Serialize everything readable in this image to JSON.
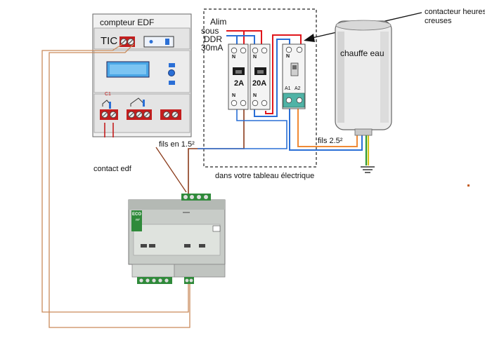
{
  "labels": {
    "meter_title": "compteur  EDF",
    "tic": "TIC",
    "c1": "C1",
    "alim_line1": "Alim",
    "alim_line2": "sous",
    "alim_line3": "DDR",
    "alim_line4": "30mA",
    "breaker_left_rating": "2A",
    "breaker_right_rating": "20A",
    "neutral_mark": "N",
    "contactor_a1": "A1",
    "contactor_a2": "A2",
    "contactor_title_line1": "contacteur heures",
    "contactor_title_line2": "creuses",
    "water_heater": "chauffe eau",
    "wire_thin": "fils en 1.5²",
    "wire_thick": "fils 2.5²",
    "panel_caption": "dans votre tableau électrique",
    "contact_edf": "contact edf",
    "module_brand": "ECO",
    "module_brand_sup": "m²"
  },
  "colors": {
    "phase": "#e0161c",
    "neutral": "#2a6fd6",
    "control": "#8a3a1a",
    "tic_line": "#c98a5a",
    "earth_green": "#2f9a2f",
    "earth_yellow": "#d6c21a",
    "heater_feed": "#ef8a36",
    "terminal_red": "#c41e1e",
    "module_gray": "#c8ccc8",
    "breaker_white": "#f4f4f4"
  }
}
